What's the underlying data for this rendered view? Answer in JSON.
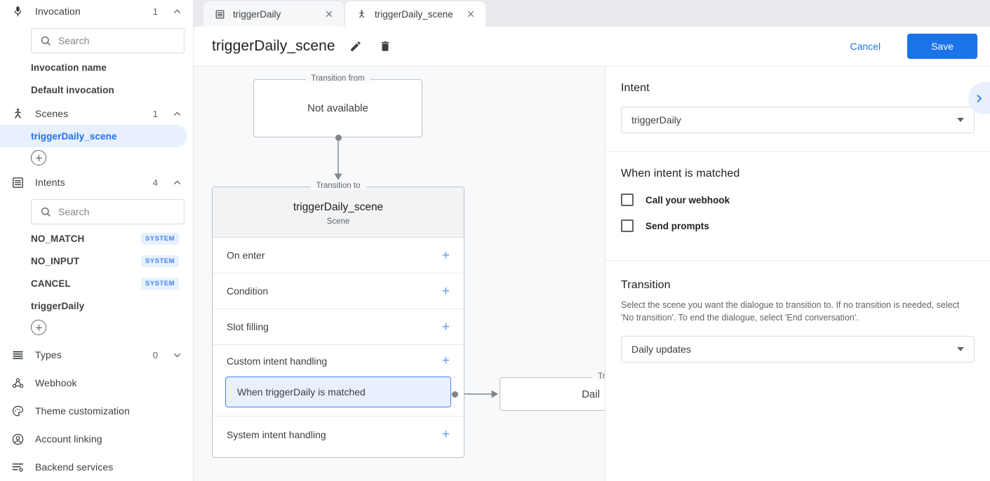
{
  "sidebar": {
    "sections": [
      {
        "id": "invocation",
        "icon": "microphone-icon",
        "label": "Invocation",
        "count": "1",
        "chevron": "chevron-up-icon",
        "search": {
          "placeholder": "Search",
          "value": ""
        },
        "items": [
          {
            "label": "Invocation name",
            "badge": "",
            "selected": false
          },
          {
            "label": "Default invocation",
            "badge": "",
            "selected": false
          }
        ]
      },
      {
        "id": "scenes",
        "icon": "scene-person-icon",
        "label": "Scenes",
        "count": "1",
        "chevron": "chevron-up-icon",
        "items": [
          {
            "label": "triggerDaily_scene",
            "badge": "",
            "selected": true
          }
        ],
        "add_label": "add-scene"
      },
      {
        "id": "intents",
        "icon": "list-box-icon",
        "label": "Intents",
        "count": "4",
        "chevron": "chevron-up-icon",
        "search": {
          "placeholder": "Search",
          "value": ""
        },
        "items": [
          {
            "label": "NO_MATCH",
            "badge": "SYSTEM",
            "selected": false
          },
          {
            "label": "NO_INPUT",
            "badge": "SYSTEM",
            "selected": false
          },
          {
            "label": "CANCEL",
            "badge": "SYSTEM",
            "selected": false
          },
          {
            "label": "triggerDaily",
            "badge": "",
            "selected": false
          }
        ],
        "add_label": "add-intent"
      }
    ],
    "links": [
      {
        "id": "types",
        "icon": "lines-icon",
        "label": "Types",
        "count": "0",
        "chevron": "chevron-down-icon"
      },
      {
        "id": "webhook",
        "icon": "webhook-icon",
        "label": "Webhook"
      },
      {
        "id": "theme",
        "icon": "palette-icon",
        "label": "Theme customization"
      },
      {
        "id": "account-linking",
        "icon": "account-circle-icon",
        "label": "Account linking"
      },
      {
        "id": "backend-services",
        "icon": "backend-services-icon",
        "label": "Backend services"
      }
    ]
  },
  "tabs": [
    {
      "id": "triggerDaily",
      "icon": "intent-icon",
      "label": "triggerDaily",
      "active": false
    },
    {
      "id": "triggerDaily_scene",
      "icon": "scene-icon",
      "label": "triggerDaily_scene",
      "active": true
    }
  ],
  "header": {
    "title": "triggerDaily_scene",
    "edit_icon": "pencil-icon",
    "delete_icon": "trash-icon",
    "cancel_label": "Cancel",
    "save_label": "Save"
  },
  "canvas": {
    "transition_from": {
      "legend": "Transition from",
      "value": "Not available"
    },
    "transition_to": {
      "legend": "Transition to",
      "scene_name": "triggerDaily_scene",
      "scene_type": "Scene",
      "rows": [
        {
          "label": "On enter",
          "action": "+"
        },
        {
          "label": "Condition",
          "action": "+"
        },
        {
          "label": "Slot filling",
          "action": "+"
        },
        {
          "label": "Custom intent handling",
          "action": "+"
        },
        {
          "label": "System intent handling",
          "action": "+"
        }
      ],
      "chip": "When triggerDaily is matched"
    },
    "transition_target": {
      "legend": "Tr",
      "value": "Dail"
    }
  },
  "panel": {
    "intent": {
      "heading": "Intent",
      "selected": "triggerDaily"
    },
    "matched": {
      "heading": "When intent is matched",
      "checkboxes": [
        {
          "label": "Call your webhook",
          "checked": false
        },
        {
          "label": "Send prompts",
          "checked": false
        }
      ]
    },
    "transition": {
      "heading": "Transition",
      "description": "Select the scene you want the dialogue to transition to. If no transition is needed, select 'No transition'. To end the dialogue, select 'End conversation'.",
      "selected": "Daily updates"
    },
    "collapse_icon": "chevron-right-icon"
  },
  "colors": {
    "accent": "#1a73e8",
    "accent_light": "#e8f0fe",
    "canvas_bg": "#f8f9fa",
    "plus": "#5b9bf5"
  }
}
